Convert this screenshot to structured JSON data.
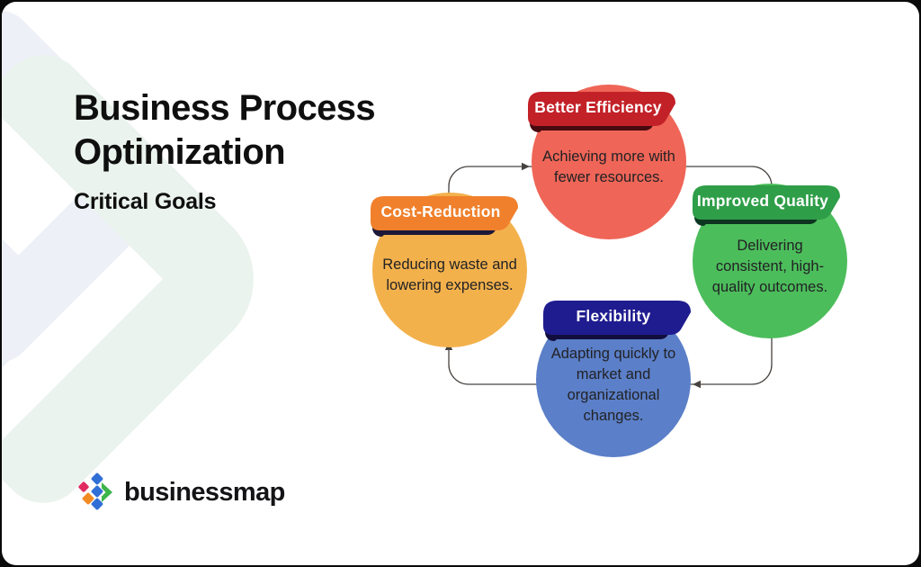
{
  "header": {
    "title_line1": "Business Process",
    "title_line2": "Optimization",
    "subtitle": "Critical Goals"
  },
  "diagram": {
    "connector_color": "#474340",
    "nodes": [
      {
        "id": "better-efficiency",
        "label": "Better Efficiency",
        "description": "Achieving more with fewer resources.",
        "ribbon_color": "#c32128",
        "circle_color": "#ef6557",
        "fold_color": "#470a10"
      },
      {
        "id": "improved-quality",
        "label": "Improved Quality",
        "description": "Delivering consistent, high-quality outcomes.",
        "ribbon_color": "#2f9e48",
        "circle_color": "#4cbd5b",
        "fold_color": "#0d3520"
      },
      {
        "id": "cost-reduction",
        "label": "Cost-Reduction",
        "description": "Reducing waste and lowering expenses.",
        "ribbon_color": "#f0802b",
        "circle_color": "#f3b14c",
        "fold_color": "#1d1838"
      },
      {
        "id": "flexibility",
        "label": "Flexibility",
        "description": "Adapting quickly to market and organizational changes.",
        "ribbon_color": "#1f1c90",
        "circle_color": "#5b7fc8",
        "fold_color": "#110e3d"
      }
    ]
  },
  "footer": {
    "brand": "businessmap",
    "logo_colors": {
      "pink": "#e12a60",
      "orange": "#f28b22",
      "blue": "#2f6fd6",
      "green": "#3cb54a"
    }
  }
}
